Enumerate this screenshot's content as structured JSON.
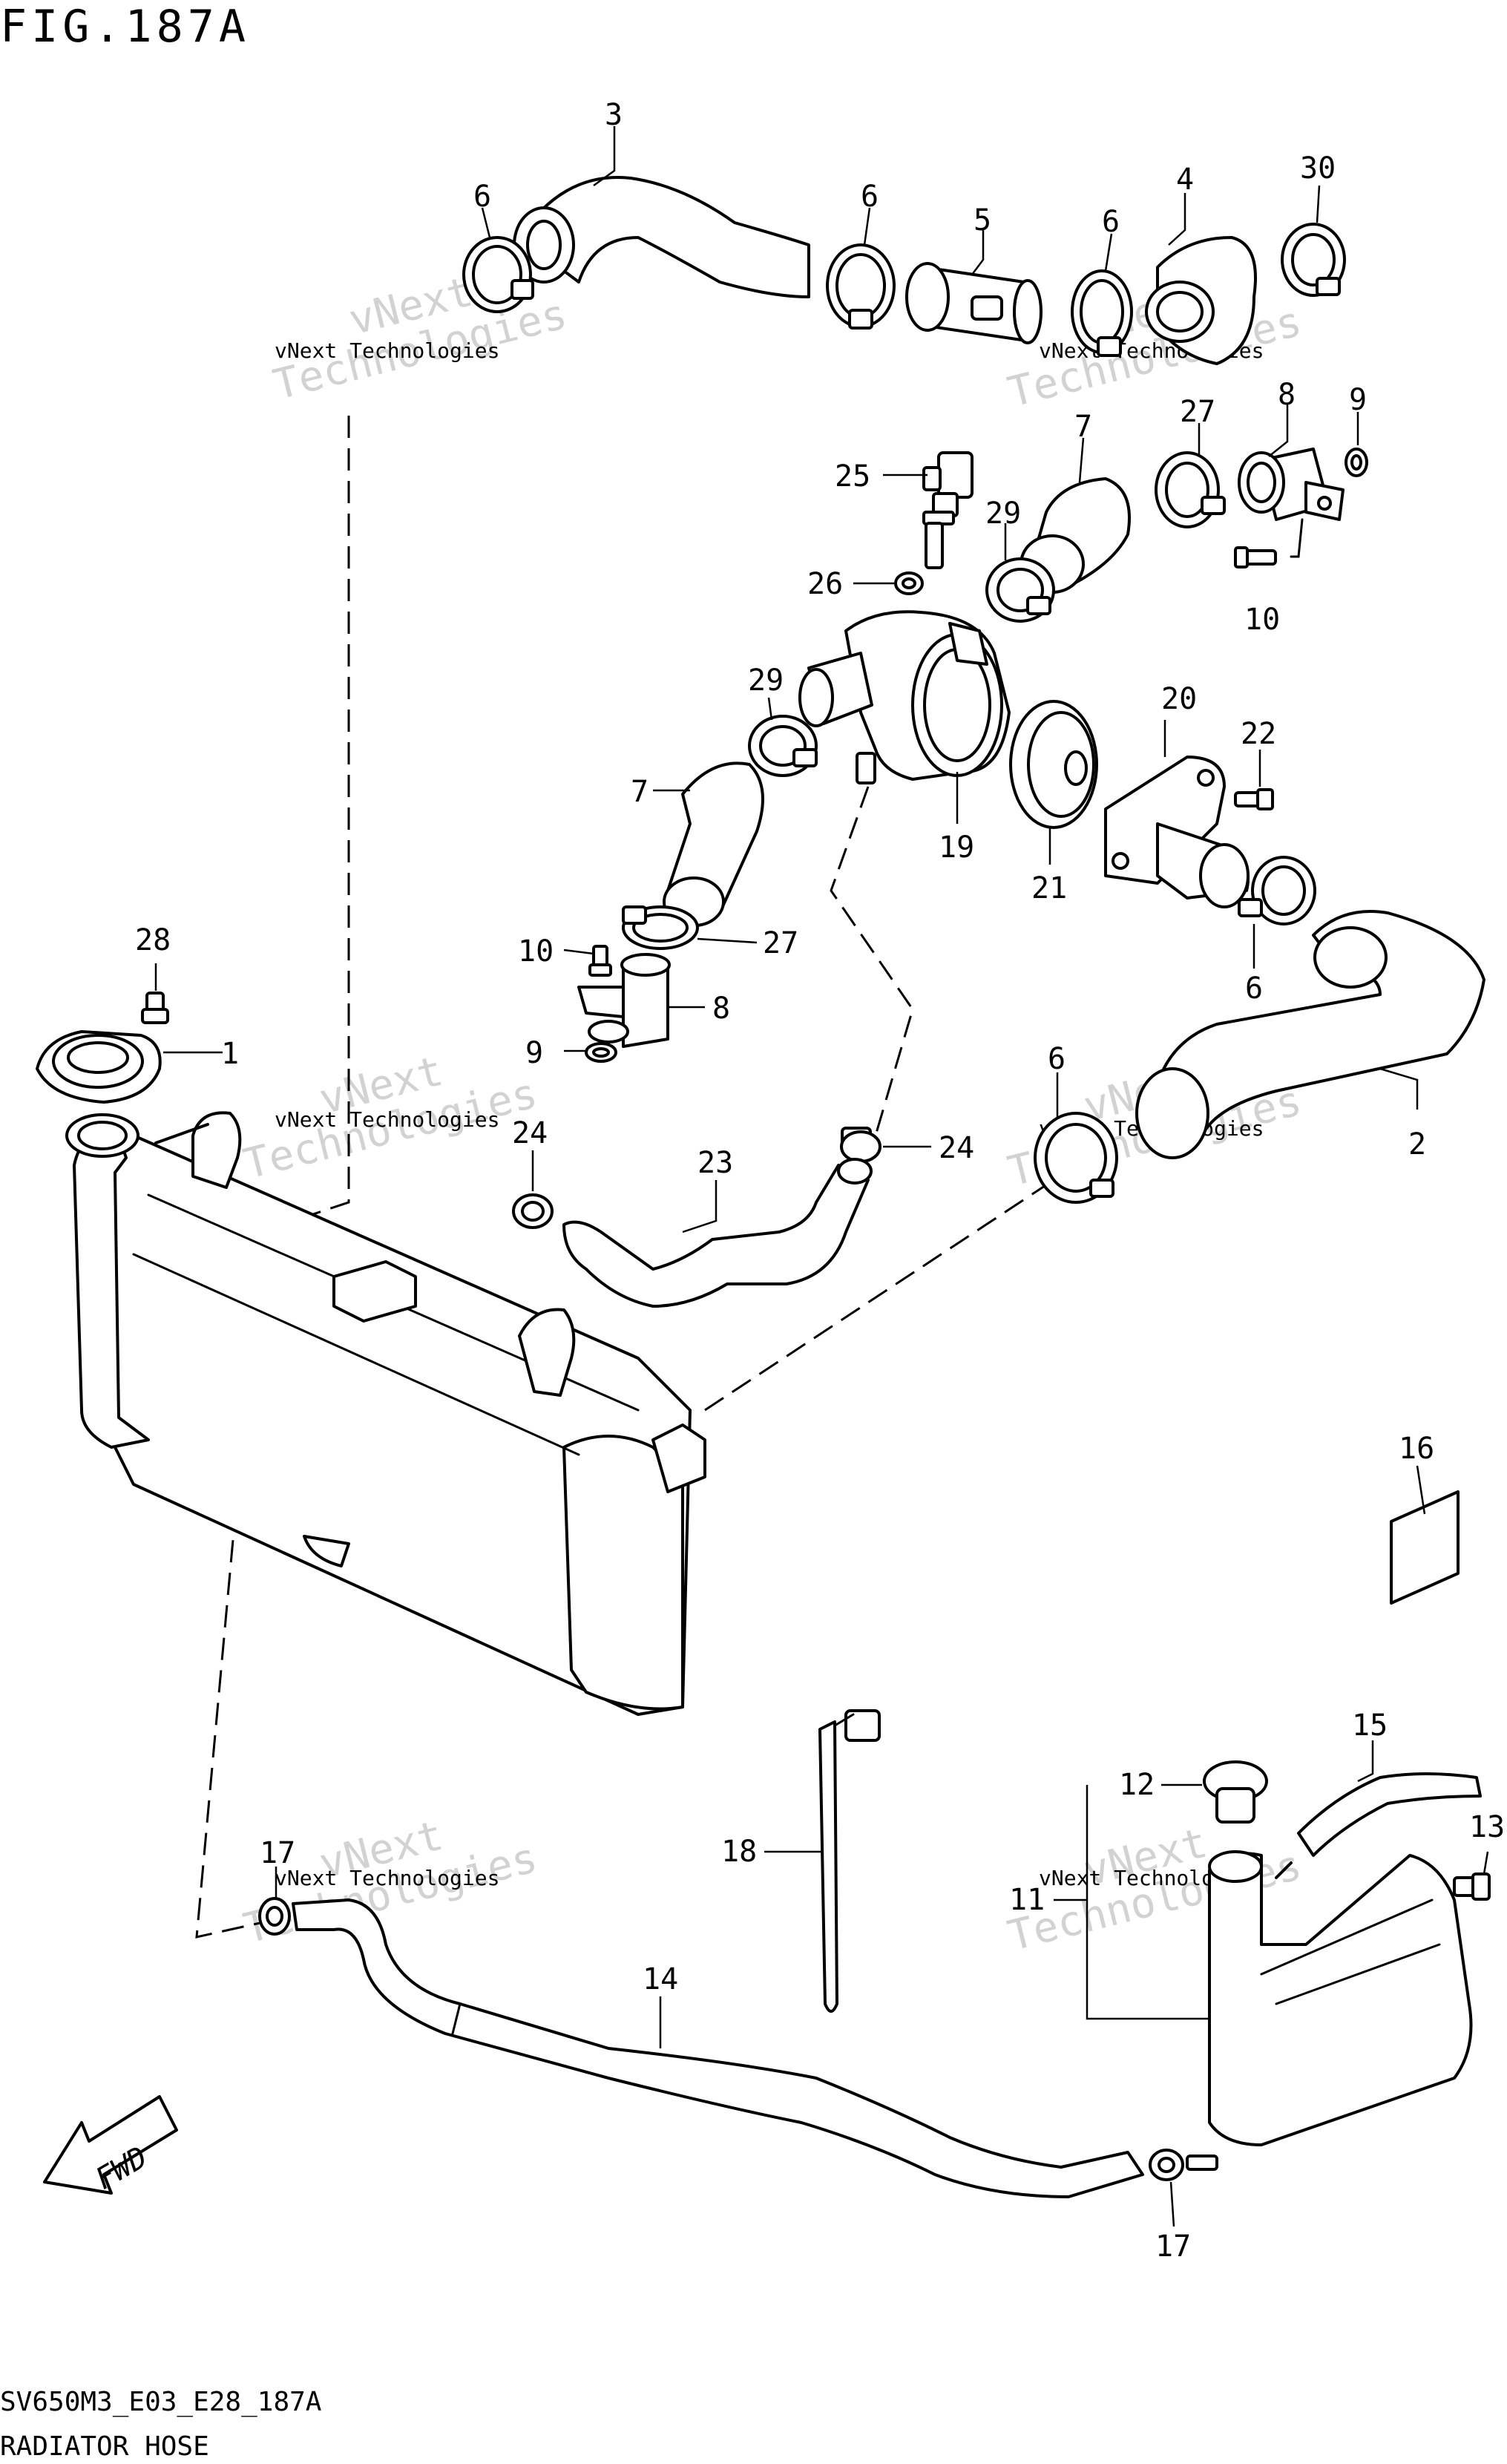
{
  "figure": {
    "title": "FIG.187A",
    "code": "SV650M3_E03_E28_187A",
    "caption": "RADIATOR HOSE"
  },
  "watermark": {
    "line1": "vNext Technologies",
    "line2": "Technologies",
    "line3": "vNext"
  },
  "direction_marker": {
    "text": "FWD",
    "icon": "fwd-arrow-icon"
  },
  "callouts": [
    "1",
    "2",
    "3",
    "4",
    "5",
    "6",
    "6",
    "6",
    "6",
    "6",
    "7",
    "7",
    "8",
    "8",
    "9",
    "9",
    "10",
    "10",
    "11",
    "12",
    "13",
    "14",
    "15",
    "16",
    "17",
    "17",
    "18",
    "19",
    "20",
    "21",
    "22",
    "23",
    "24",
    "24",
    "25",
    "26",
    "27",
    "27",
    "28",
    "29",
    "29",
    "30"
  ]
}
